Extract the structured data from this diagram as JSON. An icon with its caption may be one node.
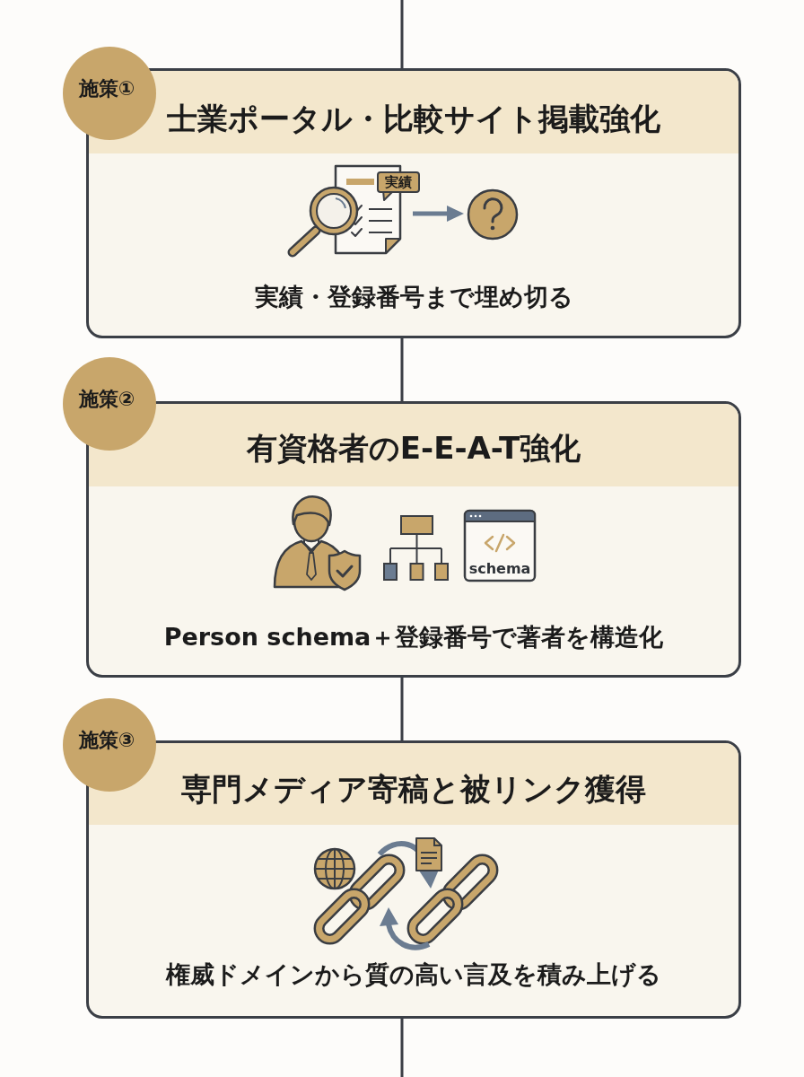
{
  "diagram": {
    "nodes": [
      {
        "text": [
          "施策①"
        ]
      },
      {
        "text": [
          "士業ポータル・比較サイト掲載強化",
          "実績・登録番号まで埋め切る"
        ]
      },
      {
        "text": [
          "施策②"
        ]
      },
      {
        "text": [
          "有資格者のE-E-A-T強化",
          "Person schema＋登録番号で著者を構造化"
        ]
      },
      {
        "text": [
          "施策③"
        ]
      },
      {
        "text": [
          "専門メディア寄稿と被リンク獲得",
          "権威ドメインから質の高い言及を積み上げる"
        ]
      }
    ],
    "edges": [
      {
        "from": null,
        "to": 1,
        "arrow": "none"
      },
      {
        "from": 1,
        "to": 3,
        "arrow": "none"
      },
      {
        "from": 3,
        "to": 5,
        "arrow": "none"
      },
      {
        "from": 5,
        "to": null,
        "arrow": "none"
      }
    ],
    "labels": [
      "実績",
      "schema"
    ]
  }
}
